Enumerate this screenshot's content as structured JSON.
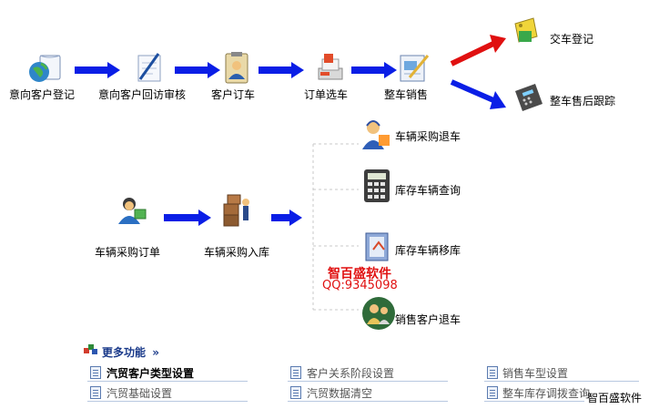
{
  "flow_top": [
    {
      "id": "n1",
      "label": "意向客户登记",
      "icon": "globe-book-icon"
    },
    {
      "id": "n2",
      "label": "意向客户回访审核",
      "icon": "pen-paper-icon"
    },
    {
      "id": "n3",
      "label": "客户订车",
      "icon": "clipboard-person-icon"
    },
    {
      "id": "n4",
      "label": "订单选车",
      "icon": "car-order-icon"
    },
    {
      "id": "n5",
      "label": "整车销售",
      "icon": "edit-document-icon"
    }
  ],
  "branches": [
    {
      "id": "b1",
      "label": "交车登记",
      "icon": "tag-box-icon"
    },
    {
      "id": "b2",
      "label": "整车售后跟踪",
      "icon": "cash-register-icon"
    }
  ],
  "flow_bottom": [
    {
      "id": "m1",
      "label": "车辆采购订单",
      "icon": "person-money-icon"
    },
    {
      "id": "m2",
      "label": "车辆采购入库",
      "icon": "boxes-person-icon"
    }
  ],
  "side_items": [
    {
      "id": "s1",
      "label": "车辆采购退车",
      "icon": "support-person-icon"
    },
    {
      "id": "s2",
      "label": "库存车辆查询",
      "icon": "calculator-icon"
    },
    {
      "id": "s3",
      "label": "库存车辆移库",
      "icon": "folder-transfer-icon"
    },
    {
      "id": "s4",
      "label": "销售客户退车",
      "icon": "users-return-icon"
    }
  ],
  "watermark": {
    "name": "智百盛软件",
    "qq": "QQ:9345098"
  },
  "more": {
    "title": "更多功能",
    "chevron": "»",
    "links": [
      {
        "label": "汽贸客户类型设置",
        "bold": true
      },
      {
        "label": "客户关系阶段设置",
        "bold": false
      },
      {
        "label": "销售车型设置",
        "bold": false
      },
      {
        "label": "汽贸基础设置",
        "bold": false
      },
      {
        "label": "汽贸数据清空",
        "bold": false
      },
      {
        "label": "整车库存调拨查询",
        "bold": false
      }
    ]
  },
  "corner_text": "智百盛软件",
  "colors": {
    "arrow_blue": "#0a1ee6",
    "arrow_red": "#e01010",
    "link_line": "#b8c8e0",
    "more_title": "#1a3a8a"
  }
}
